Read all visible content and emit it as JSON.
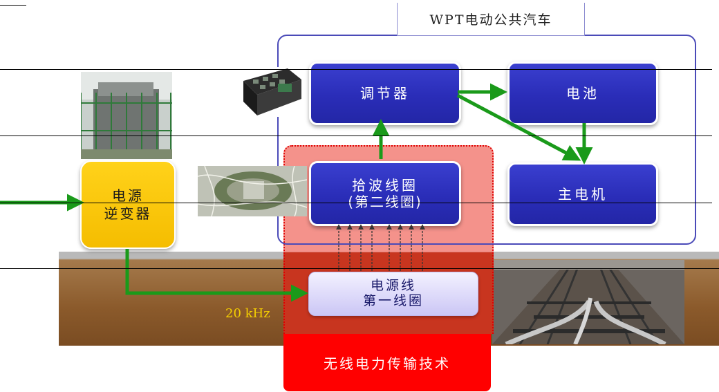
{
  "bus_title": "WPT电动公共汽车",
  "boxes": {
    "regulator": "调节器",
    "battery": "电池",
    "pickup_line1": "拾波线圈",
    "pickup_line2": "(第二线圈)",
    "motor": "主电机",
    "inverter_line1": "电源",
    "inverter_line2": "逆变器",
    "powerline_line1": "电源线",
    "powerline_line2": "第一线圈"
  },
  "frequency_label": "20 kHz",
  "wpt_label": "无线电力传输技术",
  "colors": {
    "block_blue": "#2a2db8",
    "inverter_yellow": "#f7c300",
    "arrow_green": "#1a9a1a",
    "wpt_red": "#ff0000",
    "bus_outline": "#4a4ab8",
    "ground_brown": "#8b5a2b",
    "frequency_yellow": "#f5d000"
  }
}
